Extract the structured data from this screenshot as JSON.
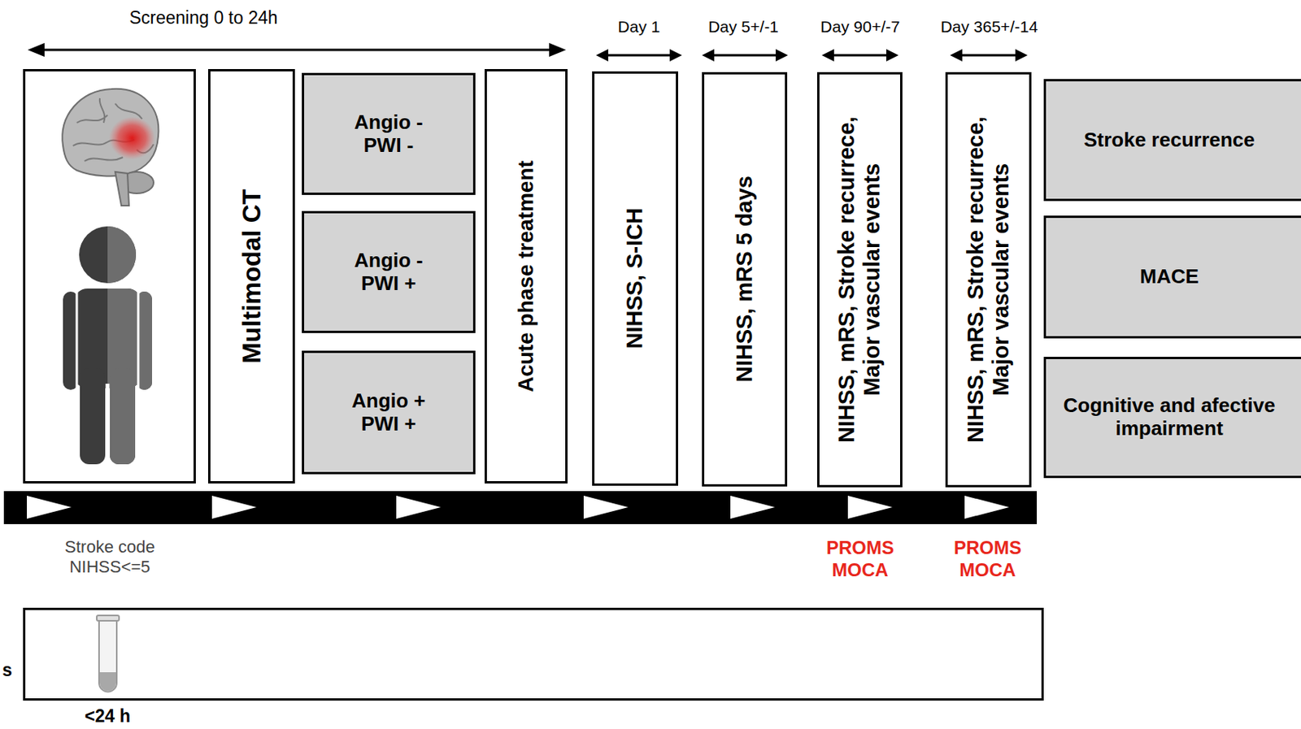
{
  "diagram": {
    "nodes": [
      {
        "text": [
          "Multimodal CT"
        ]
      },
      {
        "text": [
          "Angio - PWI -"
        ]
      },
      {
        "text": [
          "Angio - PWI +"
        ]
      },
      {
        "text": [
          "Angio + PWI +"
        ]
      },
      {
        "text": [
          "Acute phase treatment"
        ]
      },
      {
        "text": [
          "NIHSS, S-ICH"
        ]
      },
      {
        "text": [
          "NIHSS, mRS 5 days"
        ]
      },
      {
        "text": [
          "NIHSS, mRS, Stroke recurrece, Major vascular events"
        ]
      },
      {
        "text": [
          "NIHSS, mRS, Stroke recurrece, Major vascular events"
        ]
      },
      {
        "text": [
          "Stroke recurrence"
        ]
      },
      {
        "text": [
          "MACE"
        ]
      },
      {
        "text": [
          "Cognitive and afective impairment"
        ]
      }
    ],
    "labels": [
      "Screening 0 to 24h",
      "Day 1",
      "Day 5+/-1",
      "Day 90+/-7",
      "Day 365+/-14",
      "Stroke code NIHSS<=5",
      "PROMS MOCA",
      "PROMS MOCA",
      "s",
      "<24 h"
    ]
  }
}
